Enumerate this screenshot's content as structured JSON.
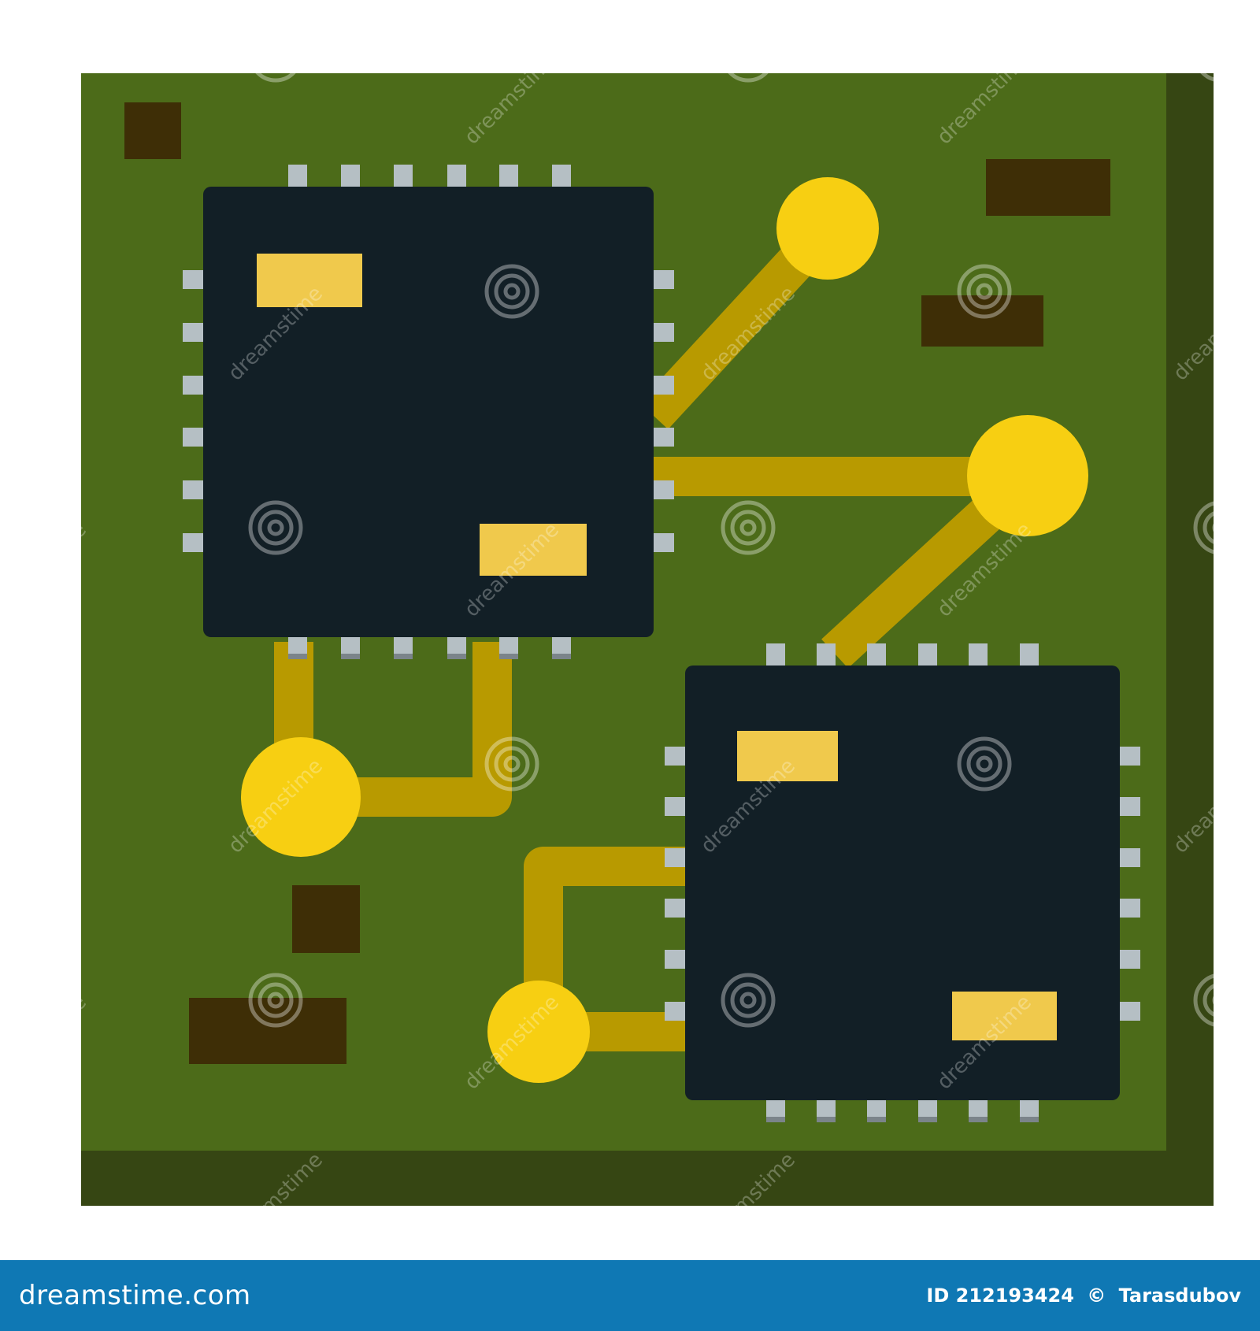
{
  "illustration": {
    "subject": "circuit board with two microchips",
    "colors": {
      "board": "#4c6b19",
      "board_shadow": "#364613",
      "chip_body": "#121f26",
      "chip_pin": "#b5bfc4",
      "chip_pin_shadow": "#7b848a",
      "chip_label": "#f0c94c",
      "trace": "#b89a00",
      "pad": "#f7cf12",
      "component": "#3e2e06"
    },
    "chips": [
      {
        "name": "chip-top-left",
        "pins_per_side": 6
      },
      {
        "name": "chip-bottom-right",
        "pins_per_side": 6
      }
    ],
    "pads": 4
  },
  "watermark": {
    "text": "dreamstime",
    "icon": "spiral-icon"
  },
  "footer": {
    "logo_text": "dreamstime.com",
    "image_id": "ID 212193424",
    "author": "Tarasdubov",
    "background": "#0f78b4"
  }
}
